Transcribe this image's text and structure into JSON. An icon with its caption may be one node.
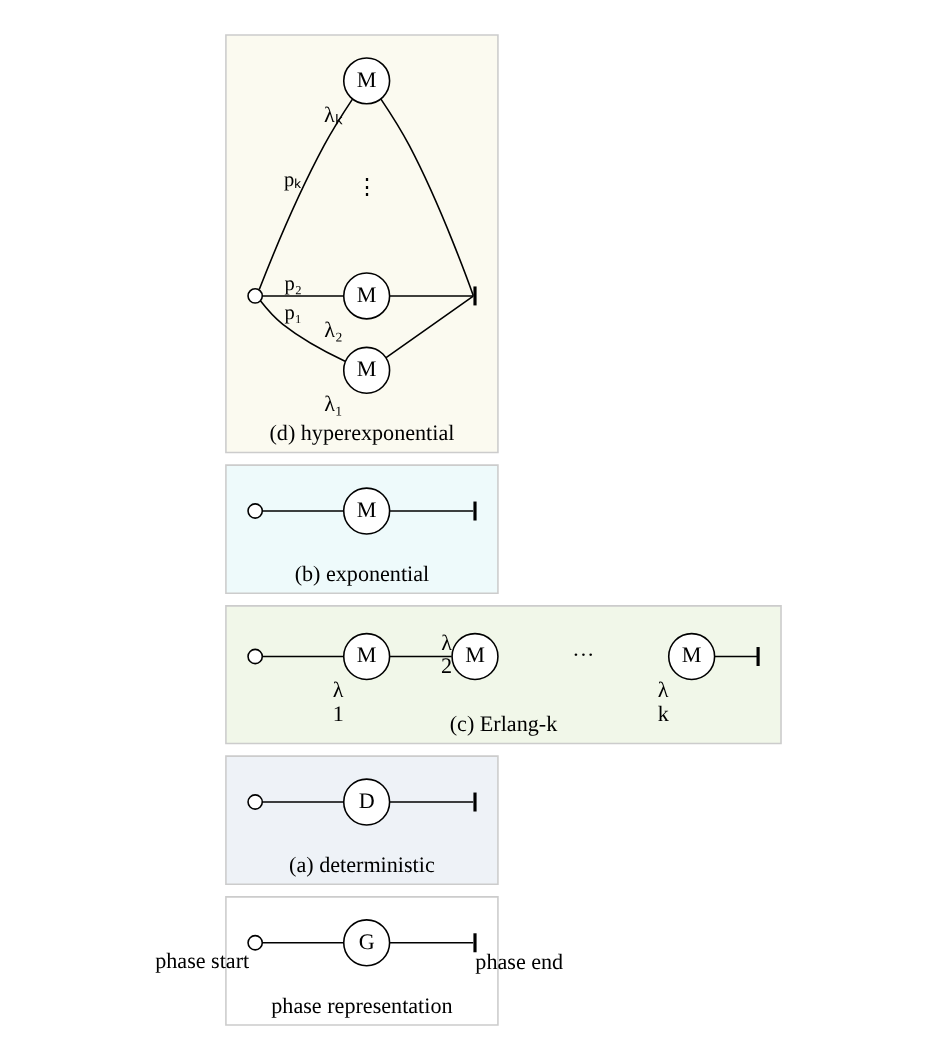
{
  "diagram": {
    "nodes": [
      {
        "text": [
          "phase representation"
        ]
      },
      {
        "text": [],
        "shape": "circle",
        "beside": [
          "phase start"
        ],
        "in": 0
      },
      {
        "text": [
          "G"
        ],
        "in": 0
      },
      {
        "text": [],
        "shape": "bar",
        "beside": [
          "phase end"
        ],
        "in": 0
      },
      {
        "text": [
          "(a) deterministic"
        ]
      },
      {
        "text": [],
        "shape": "circle",
        "in": 4
      },
      {
        "text": [
          "D"
        ],
        "in": 4
      },
      {
        "text": [],
        "shape": "bar",
        "in": 4
      },
      {
        "text": [
          "(c) Erlang-k"
        ]
      },
      {
        "text": [],
        "shape": "circle",
        "in": 8
      },
      {
        "text": [
          "M"
        ],
        "beside": [
          "λ",
          "1"
        ],
        "in": 8
      },
      {
        "text": [
          "M"
        ],
        "beside": [
          "λ",
          "2"
        ],
        "in": 8
      },
      {
        "text": [
          "M"
        ],
        "beside": [
          "λ",
          "k"
        ],
        "in": 8
      },
      {
        "text": [],
        "shape": "bar",
        "in": 8
      },
      {
        "text": [
          "(b) exponential"
        ]
      },
      {
        "text": [],
        "shape": "circle",
        "in": 14
      },
      {
        "text": [
          "M"
        ],
        "in": 14
      },
      {
        "text": [],
        "shape": "bar",
        "in": 14
      },
      {
        "text": [
          "(d) hyperexponential"
        ]
      },
      {
        "text": [],
        "shape": "circle",
        "in": 18
      },
      {
        "text": [
          "M"
        ],
        "beside": [
          "λ₁"
        ],
        "in": 18
      },
      {
        "text": [
          "M"
        ],
        "beside": [
          "λ₂"
        ],
        "in": 18
      },
      {
        "text": [
          "M"
        ],
        "beside": [
          "λₖ"
        ],
        "in": 18
      },
      {
        "text": [],
        "shape": "bar",
        "in": 18
      }
    ],
    "edges": [
      {
        "from": 1,
        "to": 2,
        "arrow": "none"
      },
      {
        "from": 2,
        "to": 3,
        "arrow": "none"
      },
      {
        "from": 5,
        "to": 6,
        "arrow": "none"
      },
      {
        "from": 6,
        "to": 7,
        "arrow": "none"
      },
      {
        "from": 9,
        "to": 10,
        "arrow": "none"
      },
      {
        "from": 10,
        "to": 11,
        "arrow": "none"
      },
      {
        "from": 12,
        "to": 13,
        "arrow": "none"
      },
      {
        "from": 15,
        "to": 16,
        "arrow": "none"
      },
      {
        "from": 16,
        "to": 17,
        "arrow": "none"
      },
      {
        "from": 19,
        "to": 20,
        "arrow": "none",
        "label": "p₁"
      },
      {
        "from": 19,
        "to": 21,
        "arrow": "none",
        "label": "p₂"
      },
      {
        "from": 19,
        "to": 22,
        "arrow": "none",
        "label": "pₖ"
      },
      {
        "from": 20,
        "to": 23,
        "arrow": "none"
      },
      {
        "from": 21,
        "to": 23,
        "arrow": "none"
      },
      {
        "from": 22,
        "to": 23,
        "arrow": "none"
      }
    ],
    "labels": [
      "···",
      "⋮"
    ]
  }
}
